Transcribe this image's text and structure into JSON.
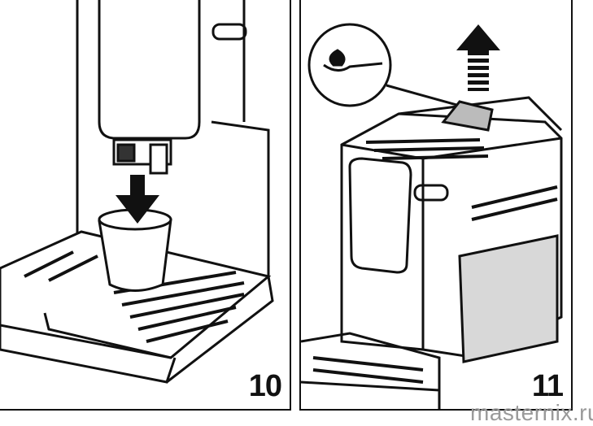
{
  "steps": [
    {
      "number": "10",
      "caption_icon": "down-arrow-icon"
    },
    {
      "number": "11",
      "caption_icon": "up-arrow-icon",
      "inset_icon": "measuring-spoon-icon"
    }
  ],
  "watermark": "masternix.ru",
  "colors": {
    "line": "#111111",
    "watermark": "#9a9a9a",
    "water": "#d8d8d8"
  }
}
